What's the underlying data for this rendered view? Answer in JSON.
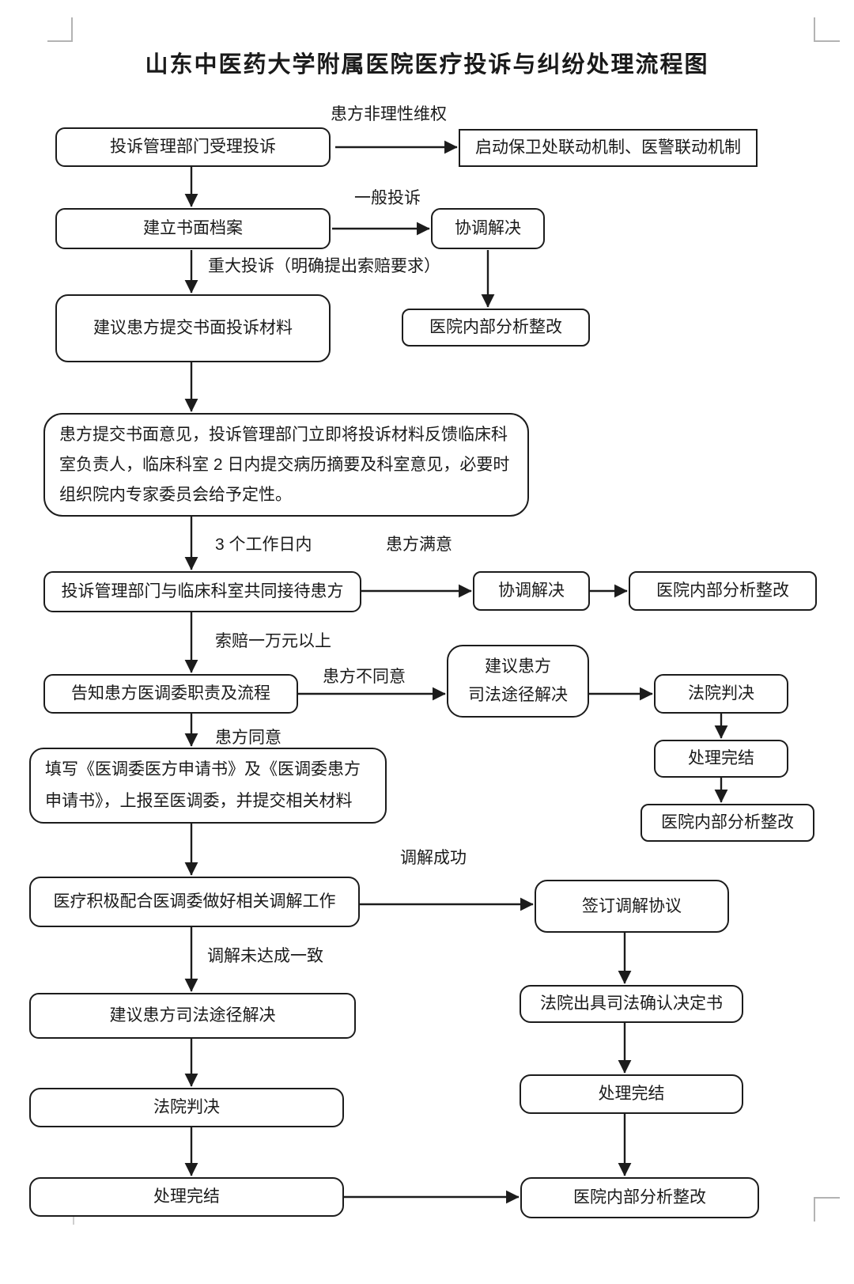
{
  "page_title": "山东中医药大学附属医院医疗投诉与纠纷处理流程图",
  "nodes": {
    "accept_complaint": "投诉管理部门受理投诉",
    "security_linkage": "启动保卫处联动机制、医警联动机制",
    "create_archive": "建立书面档案",
    "coordinate_resolve_1": "协调解决",
    "internal_analysis_1": "医院内部分析整改",
    "submit_written_materials": "建议患方提交书面投诉材料",
    "clinical_feedback": "患方提交书面意见，投诉管理部门立即将投诉材料反馈临床科\n室负责人，临床科室 2 日内提交病历摘要及科室意见，必要时\n组织院内专家委员会给予定性。",
    "joint_reception": "投诉管理部门与临床科室共同接待患方",
    "coordinate_resolve_2": "协调解决",
    "internal_analysis_2": "医院内部分析整改",
    "inform_mediation_committee": "告知患方医调委职责及流程",
    "suggest_judicial_1": "建议患方\n司法途径解决",
    "court_verdict_1": "法院判决",
    "process_complete_1": "处理完结",
    "internal_analysis_3": "医院内部分析整改",
    "fill_application": "填写《医调委医方申请书》及《医调委患方\n申请书》，上报至医调委，并提交相关材料",
    "cooperate_mediation": "医疗积极配合医调委做好相关调解工作",
    "sign_agreement": "签订调解协议",
    "suggest_judicial_2": "建议患方司法途径解决",
    "court_confirmation": "法院出具司法确认决定书",
    "court_verdict_2": "法院判决",
    "process_complete_2": "处理完结",
    "process_complete_3": "处理完结",
    "internal_analysis_4": "医院内部分析整改"
  },
  "edge_labels": {
    "irrational_rights": "患方非理性维权",
    "general_complaint": "一般投诉",
    "major_complaint": "重大投诉（明确提出索赔要求）",
    "three_working_days": "3 个工作日内",
    "patient_satisfied": "患方满意",
    "claim_over_10k": "索赔一万元以上",
    "patient_disagrees": "患方不同意",
    "patient_agrees": "患方同意",
    "mediation_success": "调解成功",
    "mediation_not_reached": "调解未达成一致"
  },
  "colors": {
    "line": "#1c1c1c",
    "text": "#1a1a1a",
    "box_background": "#ffffff",
    "crop_mark": "#b3b3b3"
  }
}
